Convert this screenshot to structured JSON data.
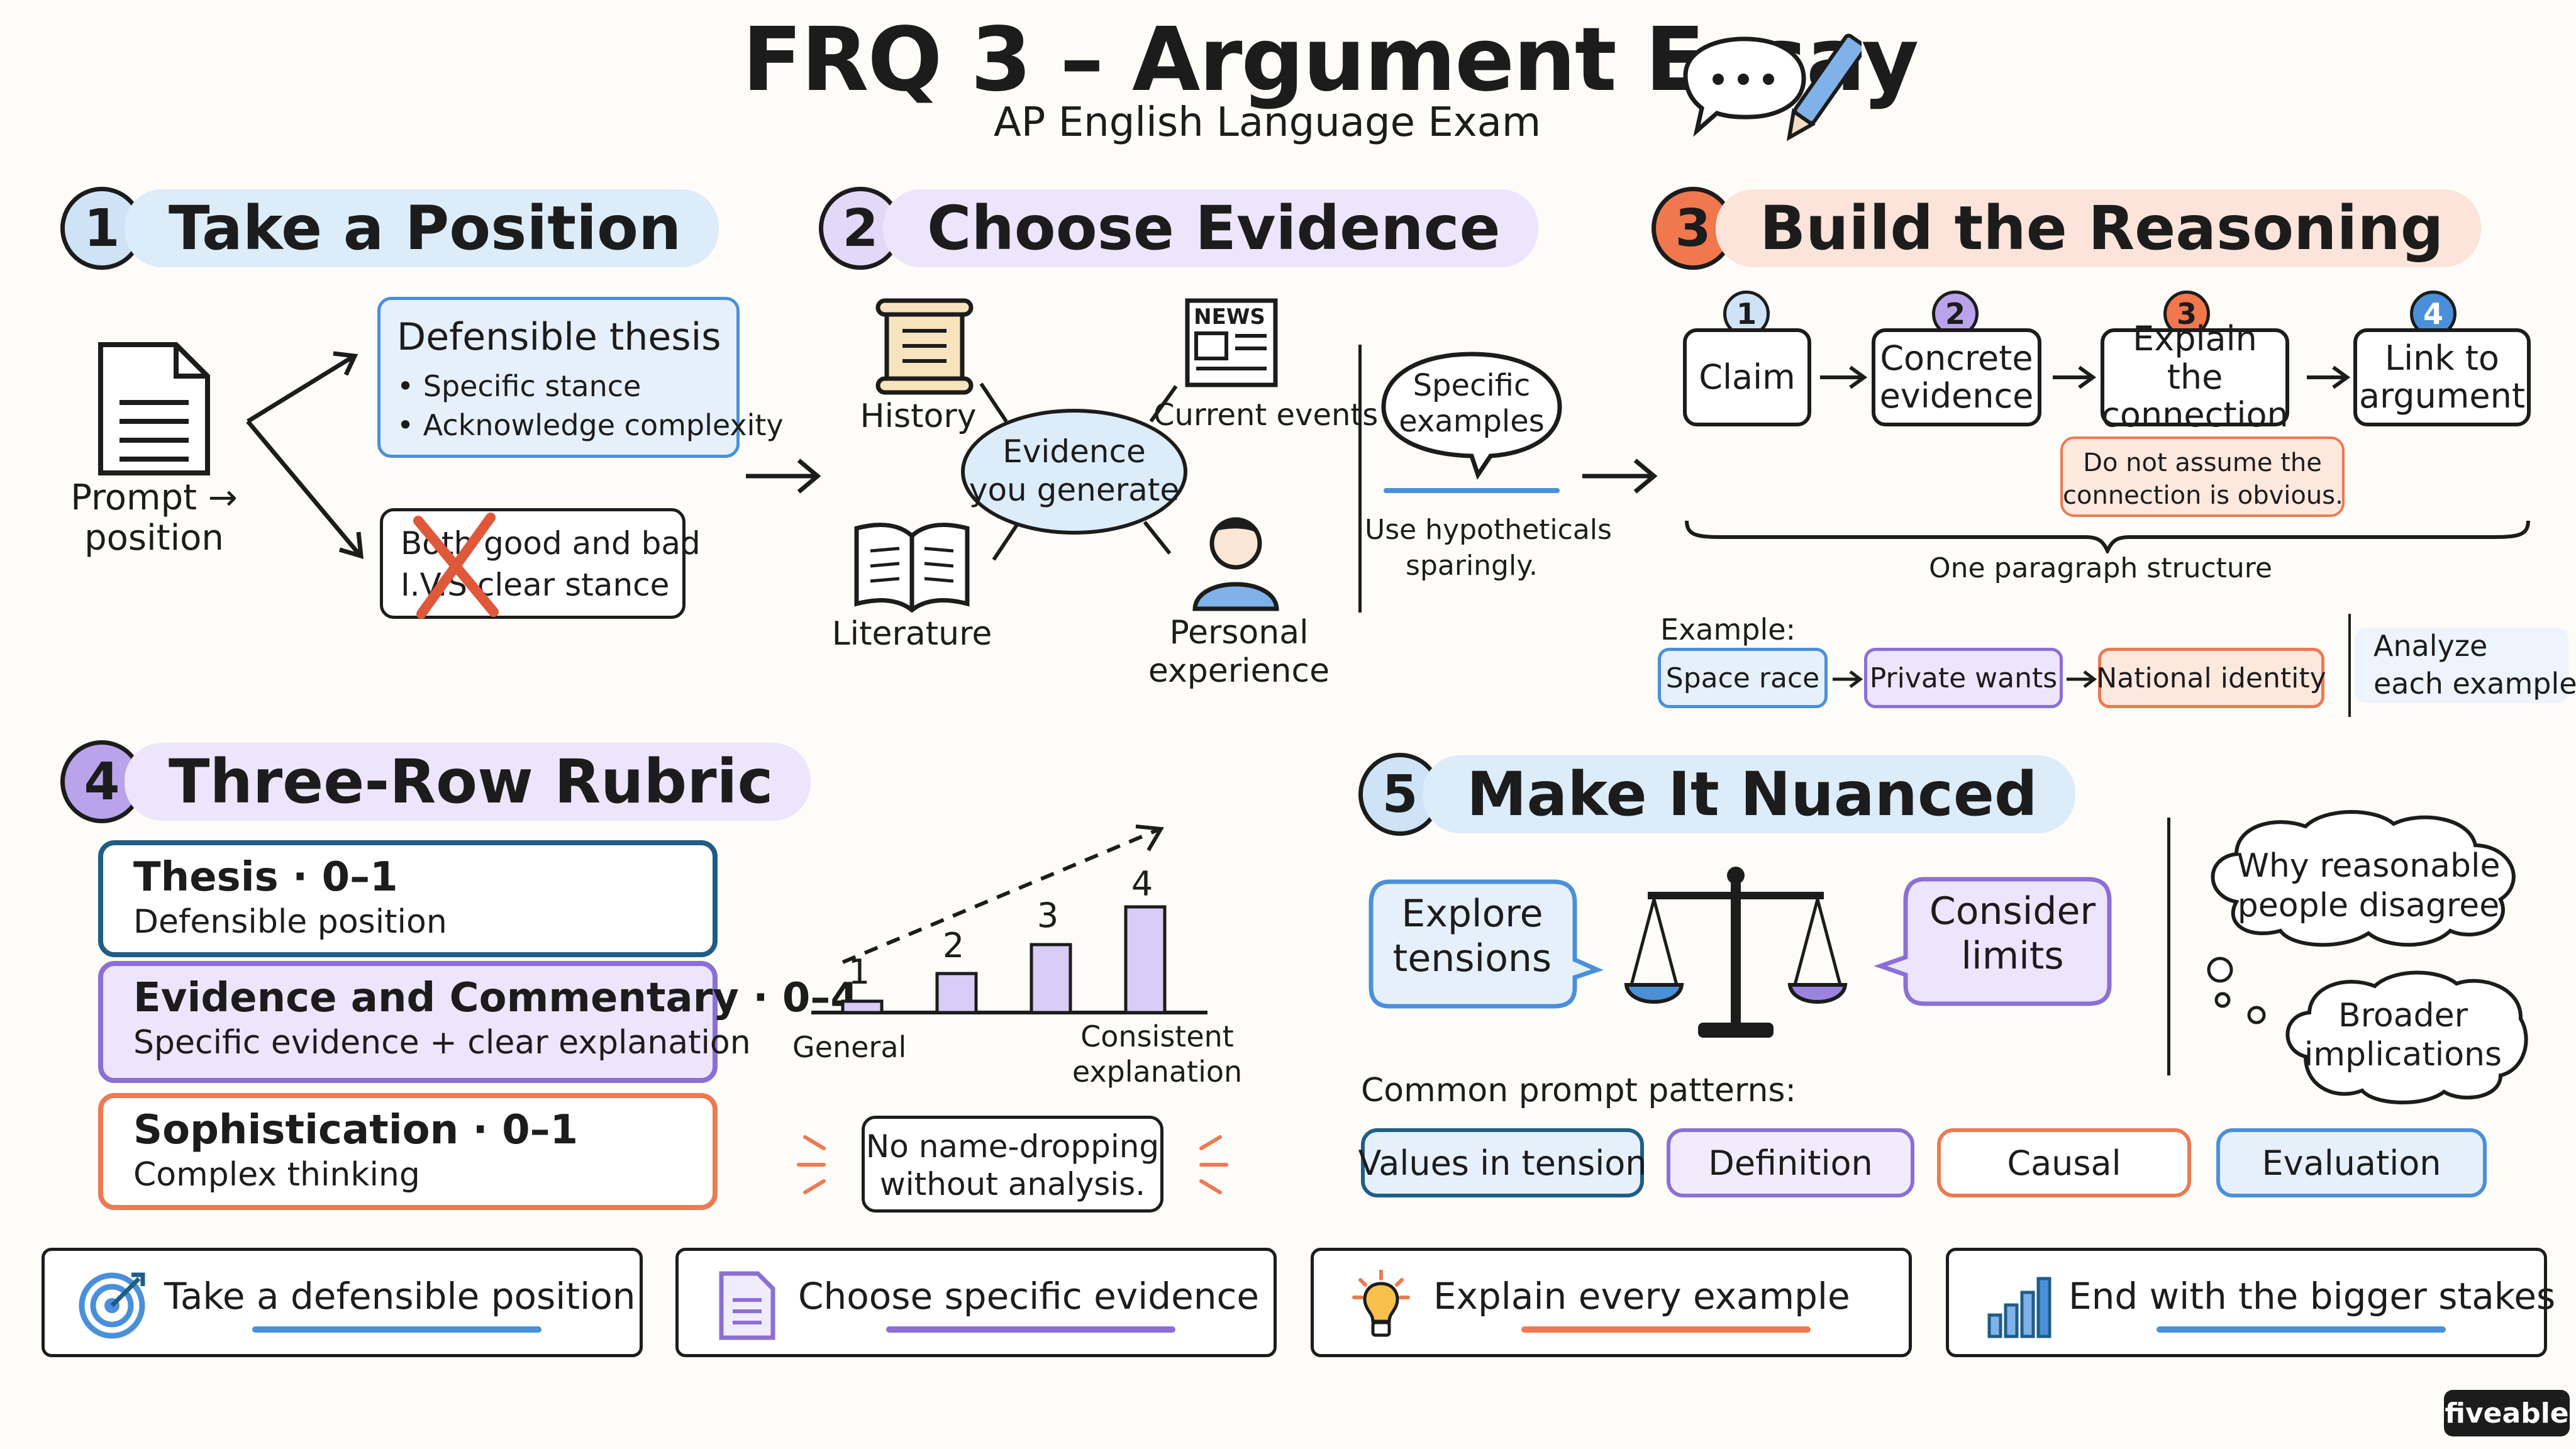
{
  "header": {
    "title": "FRQ 3 – Argument Essay",
    "subtitle": "AP English Language Exam"
  },
  "colors": {
    "blue": "#4a90d9",
    "blue_light": "#dcecf9",
    "purple": "#8b6fd6",
    "purple_light": "#e9e1fa",
    "orange": "#ec7a52",
    "orange_light": "#fce4da",
    "ink": "#1c1c1c"
  },
  "sections": {
    "s1": {
      "num": "1",
      "title": "Take a Position",
      "prompt_label_line1": "Prompt →",
      "prompt_label_line2": "position",
      "thesis_title": "Defensible thesis",
      "thesis_bullets": [
        "• Specific stance",
        "• Acknowledge complexity"
      ],
      "bad_line1": "Both good and bad",
      "bad_line2": "I.V.S clear stance"
    },
    "s2": {
      "num": "2",
      "title": "Choose Evidence",
      "center": [
        "Evidence",
        "you generate"
      ],
      "history": "History",
      "current_events": "Current events",
      "literature": "Literature",
      "personal": [
        "Personal",
        "experience"
      ],
      "news_label": "NEWS",
      "bubble": [
        "Specific",
        "examples"
      ],
      "note": [
        "Use hypotheticals",
        "sparingly."
      ]
    },
    "s3": {
      "num": "3",
      "title": "Build the Reasoning",
      "steps": [
        {
          "num": "1",
          "label": [
            "Claim"
          ]
        },
        {
          "num": "2",
          "label": [
            "Concrete",
            "evidence"
          ]
        },
        {
          "num": "3",
          "label": [
            "Explain the",
            "connection"
          ]
        },
        {
          "num": "4",
          "label": [
            "Link to",
            "argument"
          ]
        }
      ],
      "warning": [
        "Do not assume the",
        "connection is obvious."
      ],
      "brace_label": "One paragraph structure",
      "example_label": "Example:",
      "examples": [
        "Space race",
        "Private wants",
        "National identity"
      ],
      "analyze": [
        "Analyze",
        "each example."
      ]
    },
    "s4": {
      "num": "4",
      "title": "Three-Row Rubric",
      "rows": [
        {
          "head": "Thesis · 0–1",
          "sub": "Defensible position"
        },
        {
          "head": "Evidence and Commentary · 0–4",
          "sub": "Specific evidence + clear explanation"
        },
        {
          "head": "Sophistication · 0–1",
          "sub": "Complex thinking"
        }
      ],
      "bars": [
        "1",
        "2",
        "3",
        "4"
      ],
      "axis_left": "General",
      "axis_right": [
        "Consistent",
        "explanation"
      ],
      "callout": [
        "No name-dropping",
        "without analysis."
      ]
    },
    "s5": {
      "num": "5",
      "title": "Make It Nuanced",
      "left_bubble": [
        "Explore",
        "tensions"
      ],
      "right_bubble": [
        "Consider",
        "limits"
      ],
      "thought1": [
        "Why reasonable",
        "people disagree"
      ],
      "thought2": [
        "Broader",
        "implications"
      ],
      "patterns_label": "Common prompt patterns:",
      "patterns": [
        "Values in tension",
        "Definition",
        "Causal",
        "Evaluation"
      ]
    }
  },
  "footer_cards": [
    {
      "icon": "target-icon",
      "label": "Take a defensible position"
    },
    {
      "icon": "document-icon",
      "label": "Choose specific evidence"
    },
    {
      "icon": "lightbulb-icon",
      "label": "Explain every example"
    },
    {
      "icon": "bar-chart-icon",
      "label": "End with the bigger stakes"
    }
  ],
  "brand": "fiveable"
}
